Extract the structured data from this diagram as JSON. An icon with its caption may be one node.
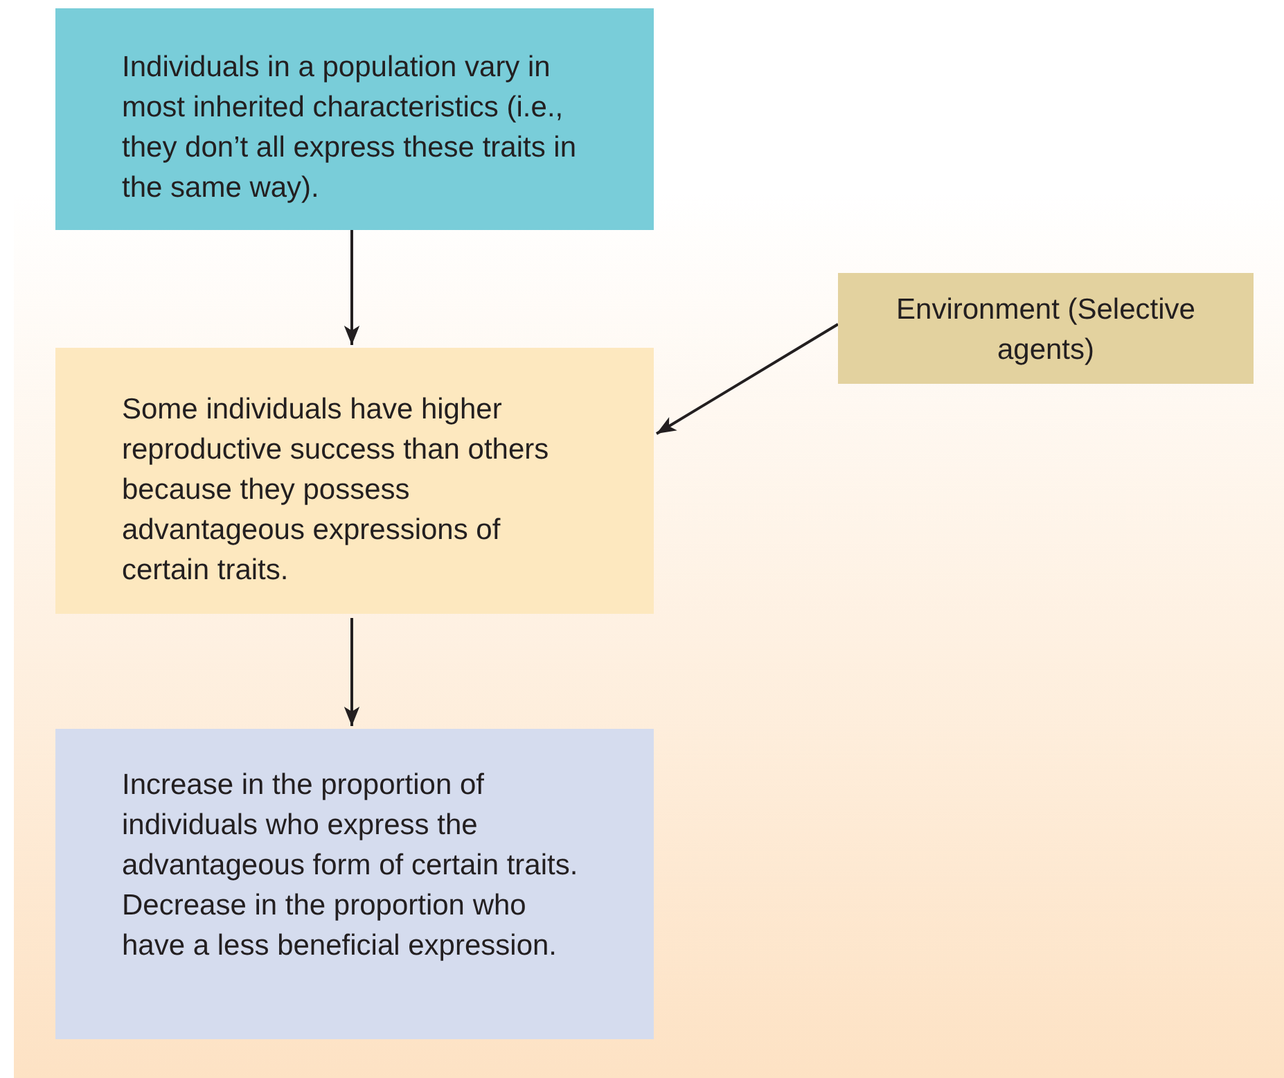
{
  "diagram": {
    "nodes": [
      {
        "text": [
          "Individuals in a population vary in most inherited characteristics (i.e., they don’t all express these traits in the same way)."
        ]
      },
      {
        "text": [
          "Some individuals have higher reproductive success than others because they possess advantageous expressions of certain traits."
        ]
      },
      {
        "text": [
          "Increase in the proportion of individuals who express the advantageous form of certain traits. Decrease in the proportion who have a less beneficial expression."
        ]
      },
      {
        "text": [
          "Environment (Selective agents)"
        ]
      }
    ],
    "edges": [
      {
        "from": 0,
        "to": 1,
        "arrow": "to"
      },
      {
        "from": 1,
        "to": 2,
        "arrow": "to"
      },
      {
        "from": 3,
        "to": 1,
        "arrow": "to"
      }
    ]
  }
}
